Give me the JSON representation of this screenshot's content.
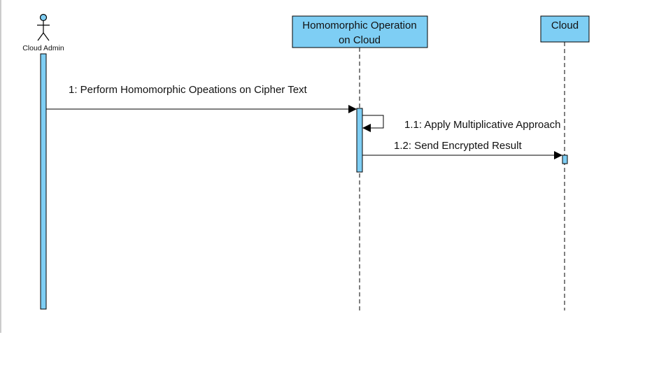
{
  "diagram": {
    "type": "sequence",
    "colors": {
      "lifeline_fill": "#7ecef4",
      "stroke": "#000000",
      "text": "#111111",
      "background": "#ffffff"
    },
    "participants": [
      {
        "id": "cloud-admin",
        "kind": "actor",
        "label": "Cloud Admin"
      },
      {
        "id": "homomorphic-operation",
        "kind": "object",
        "label_lines": [
          "Homomorphic Operation",
          "on Cloud"
        ]
      },
      {
        "id": "cloud",
        "kind": "object",
        "label": "Cloud"
      }
    ],
    "messages": [
      {
        "from": "cloud-admin",
        "to": "homomorphic-operation",
        "label": "1:  Perform Homomorphic Opeations on Cipher Text"
      },
      {
        "from": "homomorphic-operation",
        "to": "homomorphic-operation",
        "label": "1.1: Apply Multiplicative Approach"
      },
      {
        "from": "homomorphic-operation",
        "to": "cloud",
        "label": "1.2: Send Encrypted Result"
      }
    ]
  }
}
